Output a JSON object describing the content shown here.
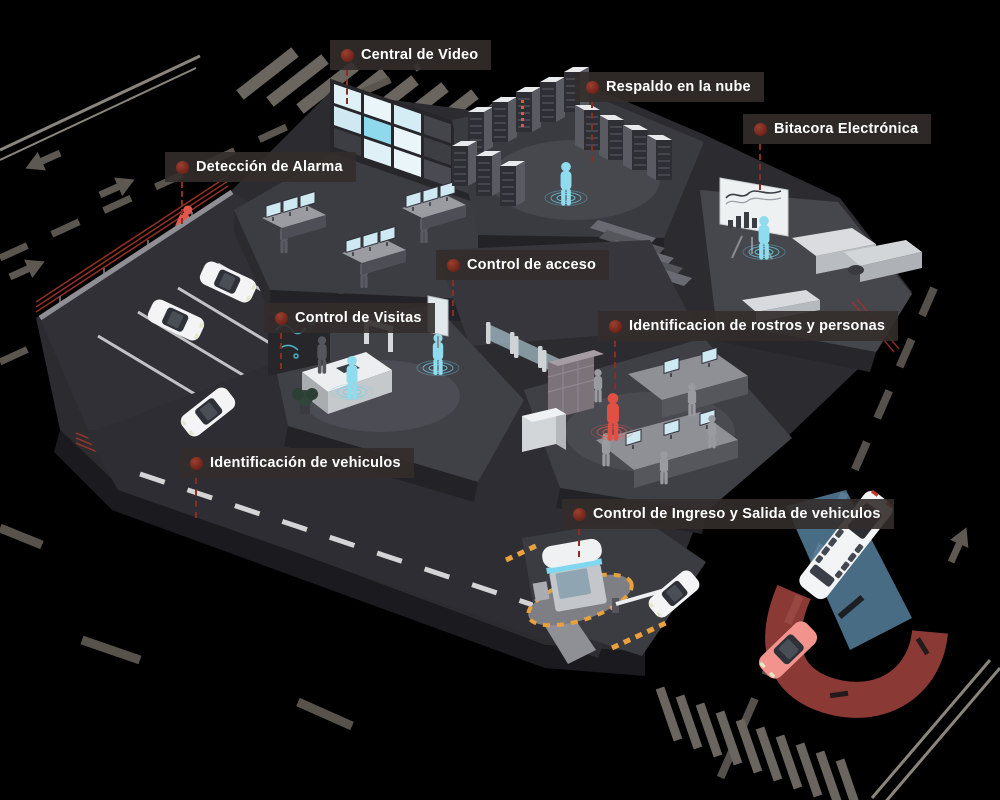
{
  "diagram": {
    "type": "isometric-security-facility",
    "background": "#000000",
    "colors": {
      "label_background": "#332e2b",
      "label_text": "#ffffff",
      "marker_dot": "#6e2318",
      "connector_line": "#8a2e20",
      "highlight_cyan": "#8fdcef",
      "alert_red": "#e2574c",
      "platform_gray": "#3c3c43",
      "road_marking": "#6b655f",
      "bus_lane_blue": "#5b87a6",
      "uturn_red": "#a8453f"
    },
    "callouts": [
      {
        "id": "central-de-video",
        "label": "Central de Video"
      },
      {
        "id": "respaldo-en-la-nube",
        "label": "Respaldo en la nube"
      },
      {
        "id": "bitacora-electronica",
        "label": "Bitacora Electrónica"
      },
      {
        "id": "deteccion-de-alarma",
        "label": "Detección de Alarma"
      },
      {
        "id": "control-de-acceso",
        "label": "Control de acceso"
      },
      {
        "id": "control-de-visitas",
        "label": "Control de Visitas"
      },
      {
        "id": "identificacion-rostros",
        "label": "Identificacion de rostros y personas"
      },
      {
        "id": "identificacion-vehiculos",
        "label": "Identificación de vehiculos"
      },
      {
        "id": "control-ingreso-salida",
        "label": "Control de Ingreso y Salida de vehiculos"
      }
    ]
  }
}
